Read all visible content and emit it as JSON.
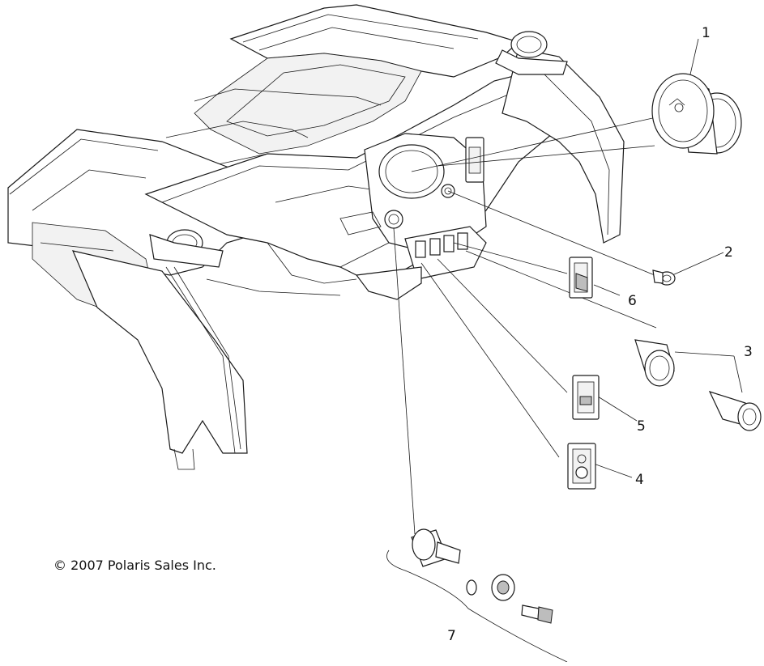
{
  "diagram": {
    "callouts": [
      {
        "id": "1",
        "label": "1"
      },
      {
        "id": "2",
        "label": "2"
      },
      {
        "id": "3",
        "label": "3"
      },
      {
        "id": "4",
        "label": "4"
      },
      {
        "id": "5",
        "label": "5"
      },
      {
        "id": "6",
        "label": "6"
      },
      {
        "id": "7",
        "label": "7"
      }
    ],
    "copyright": "© 2007 Polaris Sales Inc."
  }
}
